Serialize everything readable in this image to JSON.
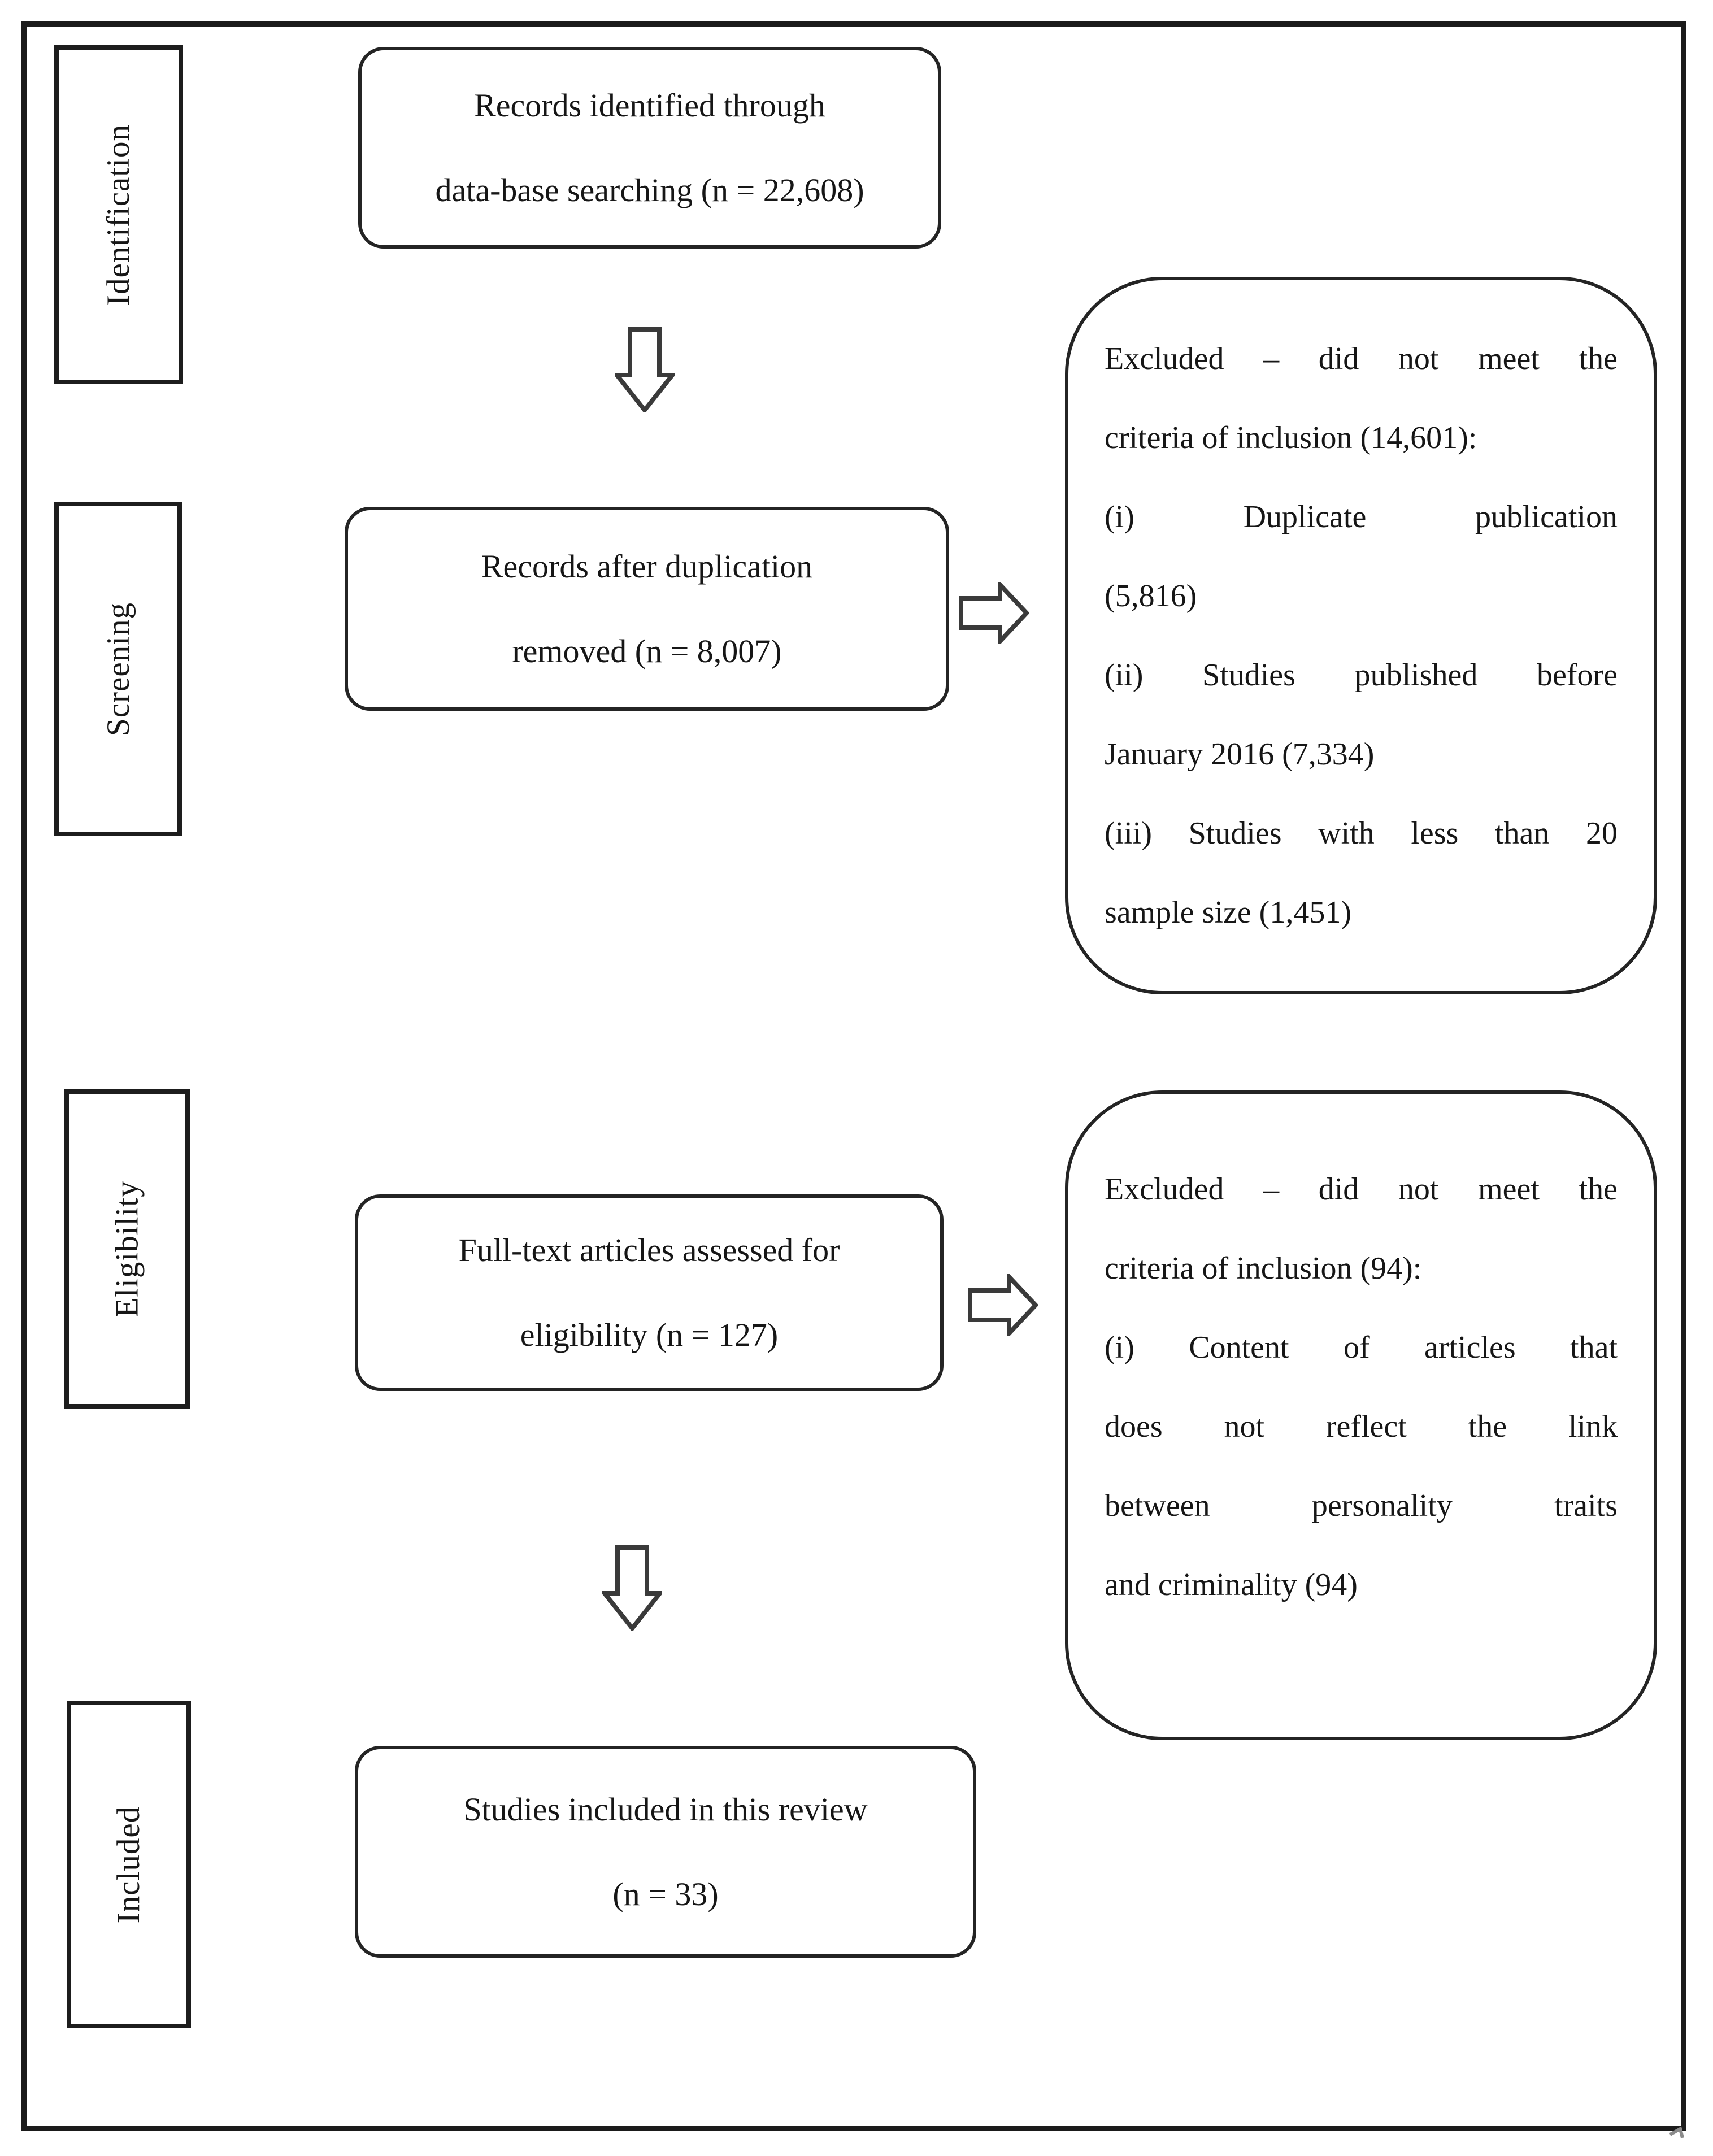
{
  "colors": {
    "background": "#ffffff",
    "box_border": "#242424",
    "stage_border": "#1d1d1d",
    "outer_border": "#1b1b1b",
    "text": "#161616",
    "arrow_outline": "#3a3a3a"
  },
  "diagram": {
    "stage_labels": [
      "Identification",
      "Screening",
      "Eligibility",
      "Included"
    ],
    "flow_boxes": [
      {
        "lines": [
          "Records identified through",
          "data-base searching (n = 22,608)"
        ]
      },
      {
        "lines": [
          "Records after duplication",
          "removed (n = 8,007)"
        ]
      },
      {
        "lines": [
          "Full-text articles assessed for",
          "eligibility (n = 127)"
        ]
      },
      {
        "lines": [
          "Studies included in this review",
          "(n = 33)"
        ]
      }
    ],
    "exclusion_boxes": [
      {
        "lines": [
          "Excluded – did not meet the",
          "criteria of inclusion (14,601):",
          "(i) Duplicate publication",
          "(5,816)",
          "(ii) Studies published before",
          "January 2016 (7,334)",
          "(iii) Studies with less than 20",
          "sample size (1,451)"
        ]
      },
      {
        "lines": [
          "Excluded – did not meet the",
          "criteria of inclusion (94):",
          "(i) Content of articles that",
          "does not reflect the link",
          "between personality traits",
          "and criminality (94)"
        ]
      }
    ],
    "icons": {
      "down_arrow": "hollow-down-block-arrow",
      "right_arrow": "hollow-right-block-arrow"
    }
  }
}
